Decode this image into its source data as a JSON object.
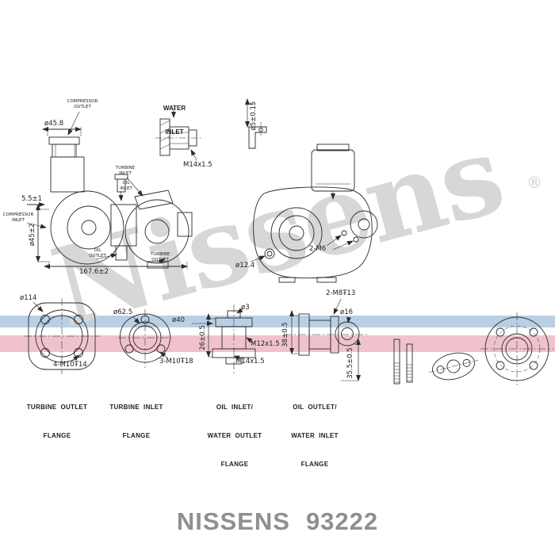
{
  "watermark": {
    "text": "Nissens",
    "registered": "®"
  },
  "footer": {
    "brand": "NISSENS",
    "part_number": "93222"
  },
  "labels": {
    "water_inlet": [
      "WATER",
      "INLET"
    ],
    "turbine_outlet_flange": [
      "TURBINE  OUTLET",
      "FLANGE"
    ],
    "turbine_inlet_flange": [
      "TURBINE  INLET",
      "FLANGE"
    ],
    "oil_inlet_flange": [
      "OIL  INLET/",
      "WATER  OUTLET",
      "FLANGE"
    ],
    "oil_outlet_flange": [
      "OIL  OUTLET/",
      "WATER  INLET",
      "FLANGE"
    ]
  },
  "callouts": {
    "compressor_outlet": [
      "COMPRESSOR",
      "OUTLET"
    ],
    "compressor_inlet": [
      "COMPRESSOR",
      "INLET"
    ],
    "turbine_inlet": [
      "TURBINE",
      "INLET"
    ],
    "oil_inlet": [
      "OIL",
      "INLET"
    ],
    "oil_outlet": [
      "OIL",
      "OUTLET"
    ],
    "turbine_outlet": [
      "TURBINE",
      "OUTLET"
    ]
  },
  "dimensions": {
    "dia_45_8": "ø45.8",
    "tol_5_5": "5.5±1",
    "dia_45": "ø45±2",
    "len_167_6": "167.6±2",
    "thread_m14_top": "M14x1.5",
    "dia_5": "ø5±0.15",
    "dia_12_4": "ø12.4",
    "bolts_2m6": "2-M6",
    "dia_114": "ø114",
    "bolts_4m10": "4-M10Ŧ14",
    "dia_62_5": "ø62.5",
    "bolts_3m10": "3-M10Ŧ18",
    "dia_40": "ø40",
    "dia_3": "ø3",
    "dim_26": "26±0.5",
    "thread_m12": "M12x1.5",
    "thread_m14_bottom": "M14x1.5",
    "bolts_2m8": "2-M8Ŧ13",
    "dia_16": "ø16",
    "dim_38": "38±0.5",
    "dim_35_5": "35.5±0.5"
  },
  "colors": {
    "line": "#2b2b2b",
    "watermark": "#d7d7d7",
    "stripe_blue": "#b9d0e4",
    "stripe_pink": "#f0c3cc",
    "footer_gray": "#8f8f8f"
  }
}
